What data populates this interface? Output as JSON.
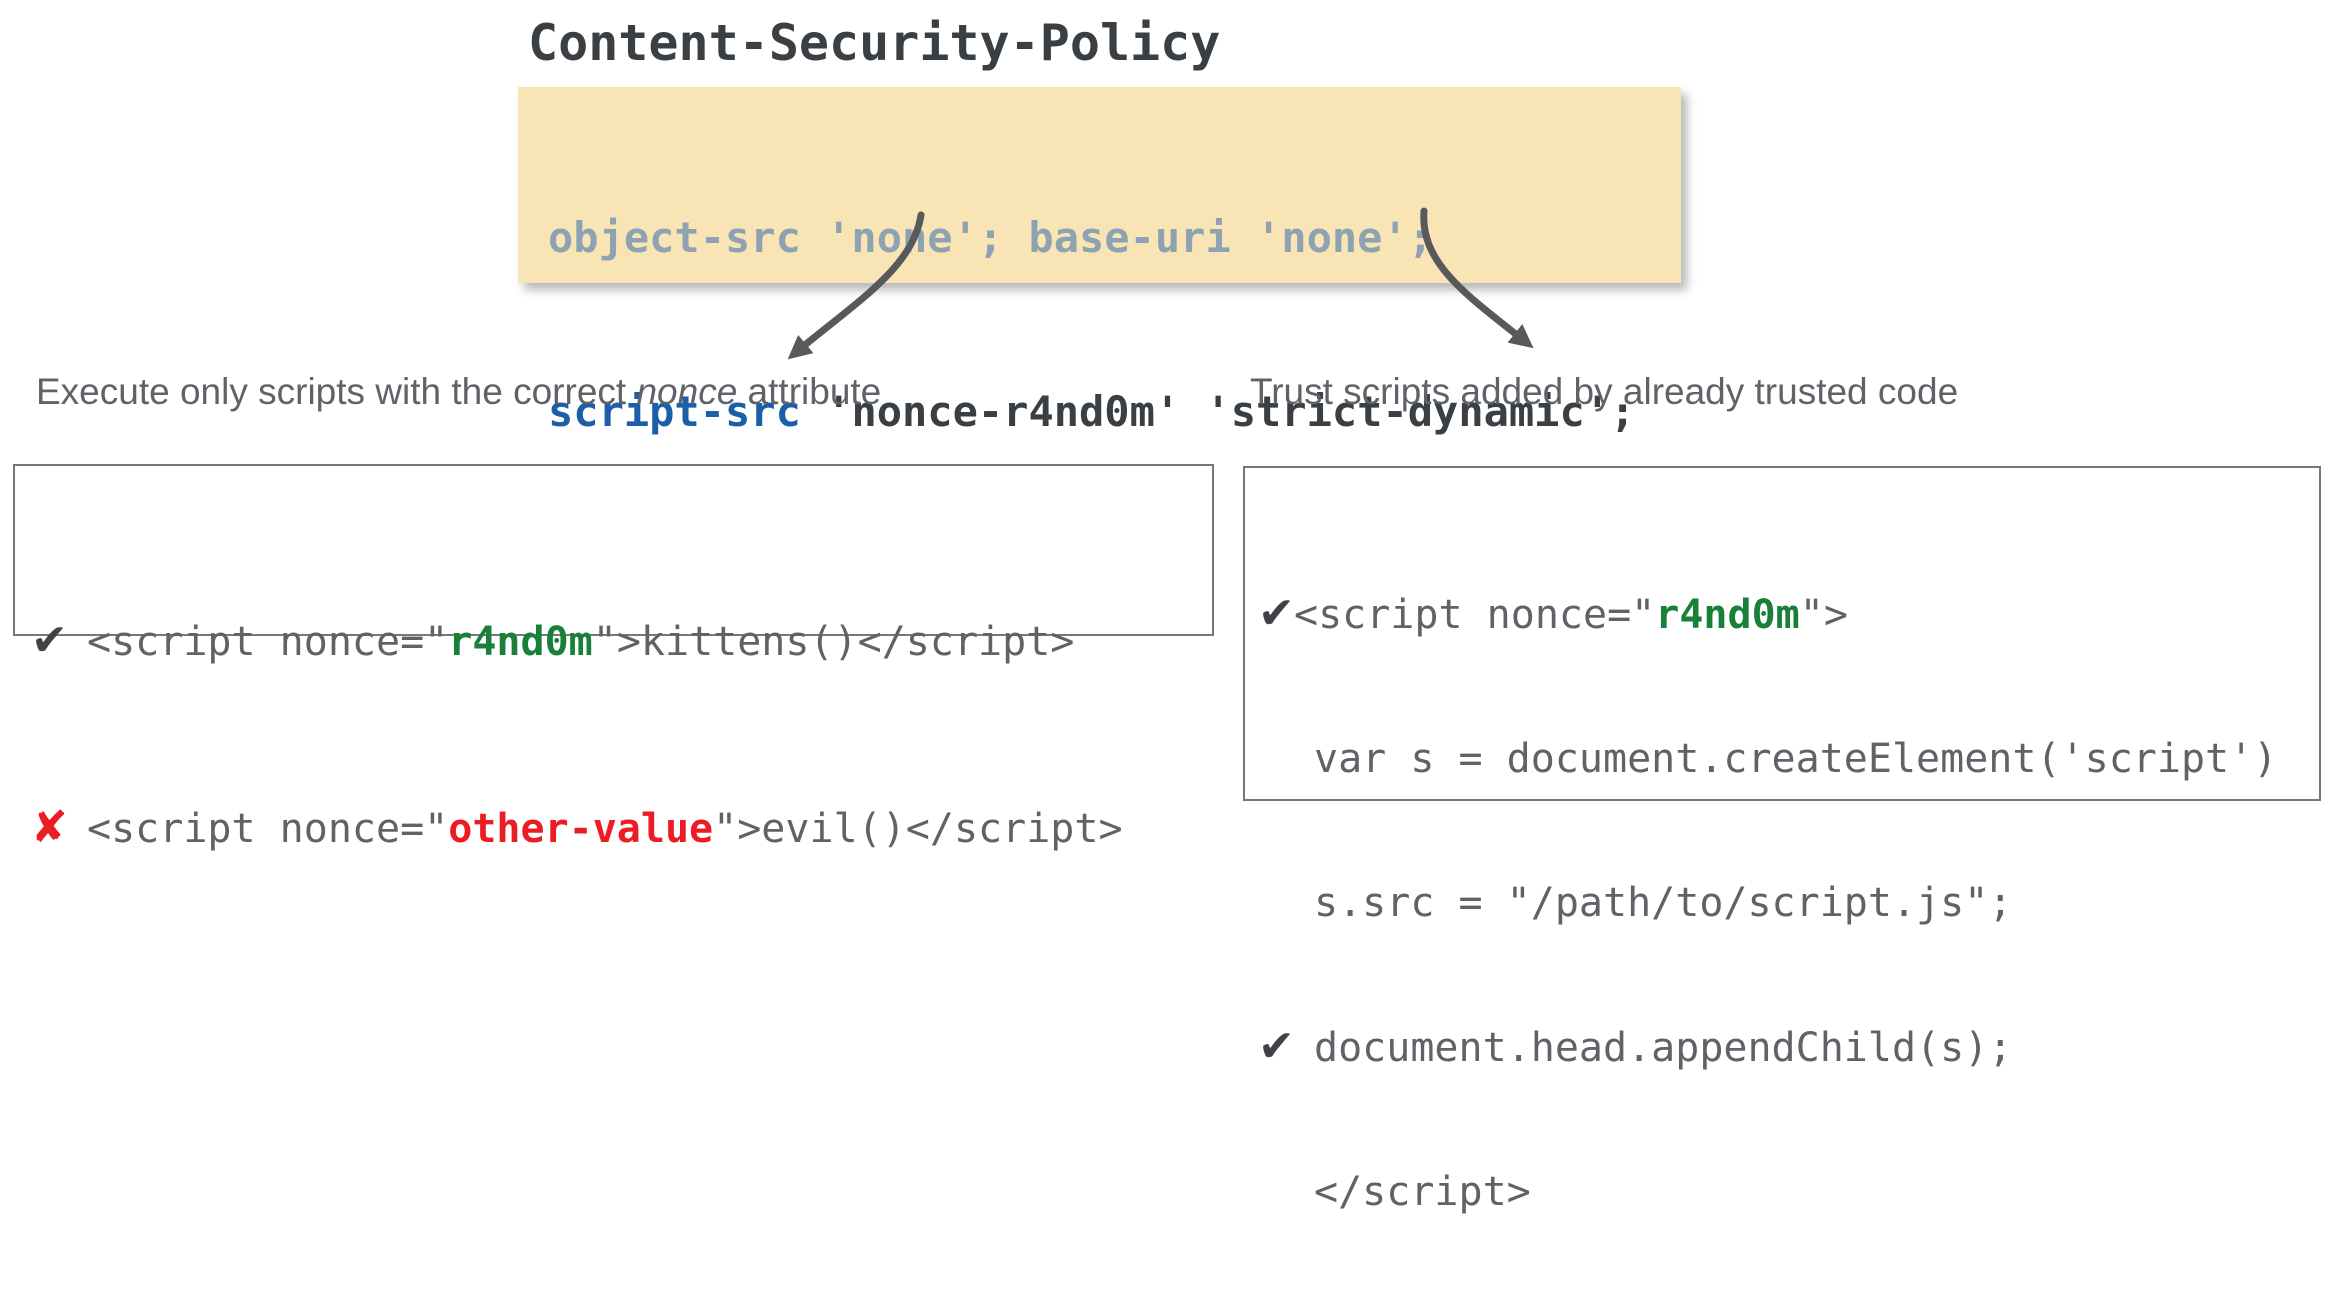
{
  "title": "Content-Security-Policy",
  "policy": {
    "line1": "object-src 'none'; base-uri 'none';",
    "line2_directive": "script-src",
    "line2_values": " 'nonce-r4nd0m' 'strict-dynamic';"
  },
  "labels": {
    "left_pre": "Execute only scripts with the correct ",
    "left_em": "nonce",
    "left_post": " attribute",
    "right": "Trust scripts added by already trusted code"
  },
  "marks": {
    "check": "✔",
    "cross": "✘"
  },
  "nonce_example": {
    "line1_pre": "<script nonce=\"",
    "line1_nonce": "r4nd0m",
    "line1_post": "\">kittens()</script>",
    "line2_pre": "<script nonce=\"",
    "line2_nonce": "other-value",
    "line2_post": "\">evil()</script>"
  },
  "dynamic_example": {
    "line1_pre": "<script nonce=\"",
    "line1_nonce": "r4nd0m",
    "line1_post": "\">",
    "line2": "var s = document.createElement('script')",
    "line3": "s.src = \"/path/to/script.js\";",
    "line4": "document.head.appendChild(s);",
    "line5": "</script>"
  },
  "colors": {
    "policy_bg": "#F9E4B5",
    "directive_blue": "#1A5FA8",
    "muted_blue_gray": "#8EA3B2",
    "code_gray": "#5F6368",
    "dark_gray": "#3A3F44",
    "green": "#188038",
    "red": "#EC1C24",
    "arrow_gray": "#58595B",
    "border_gray": "#74787C"
  }
}
